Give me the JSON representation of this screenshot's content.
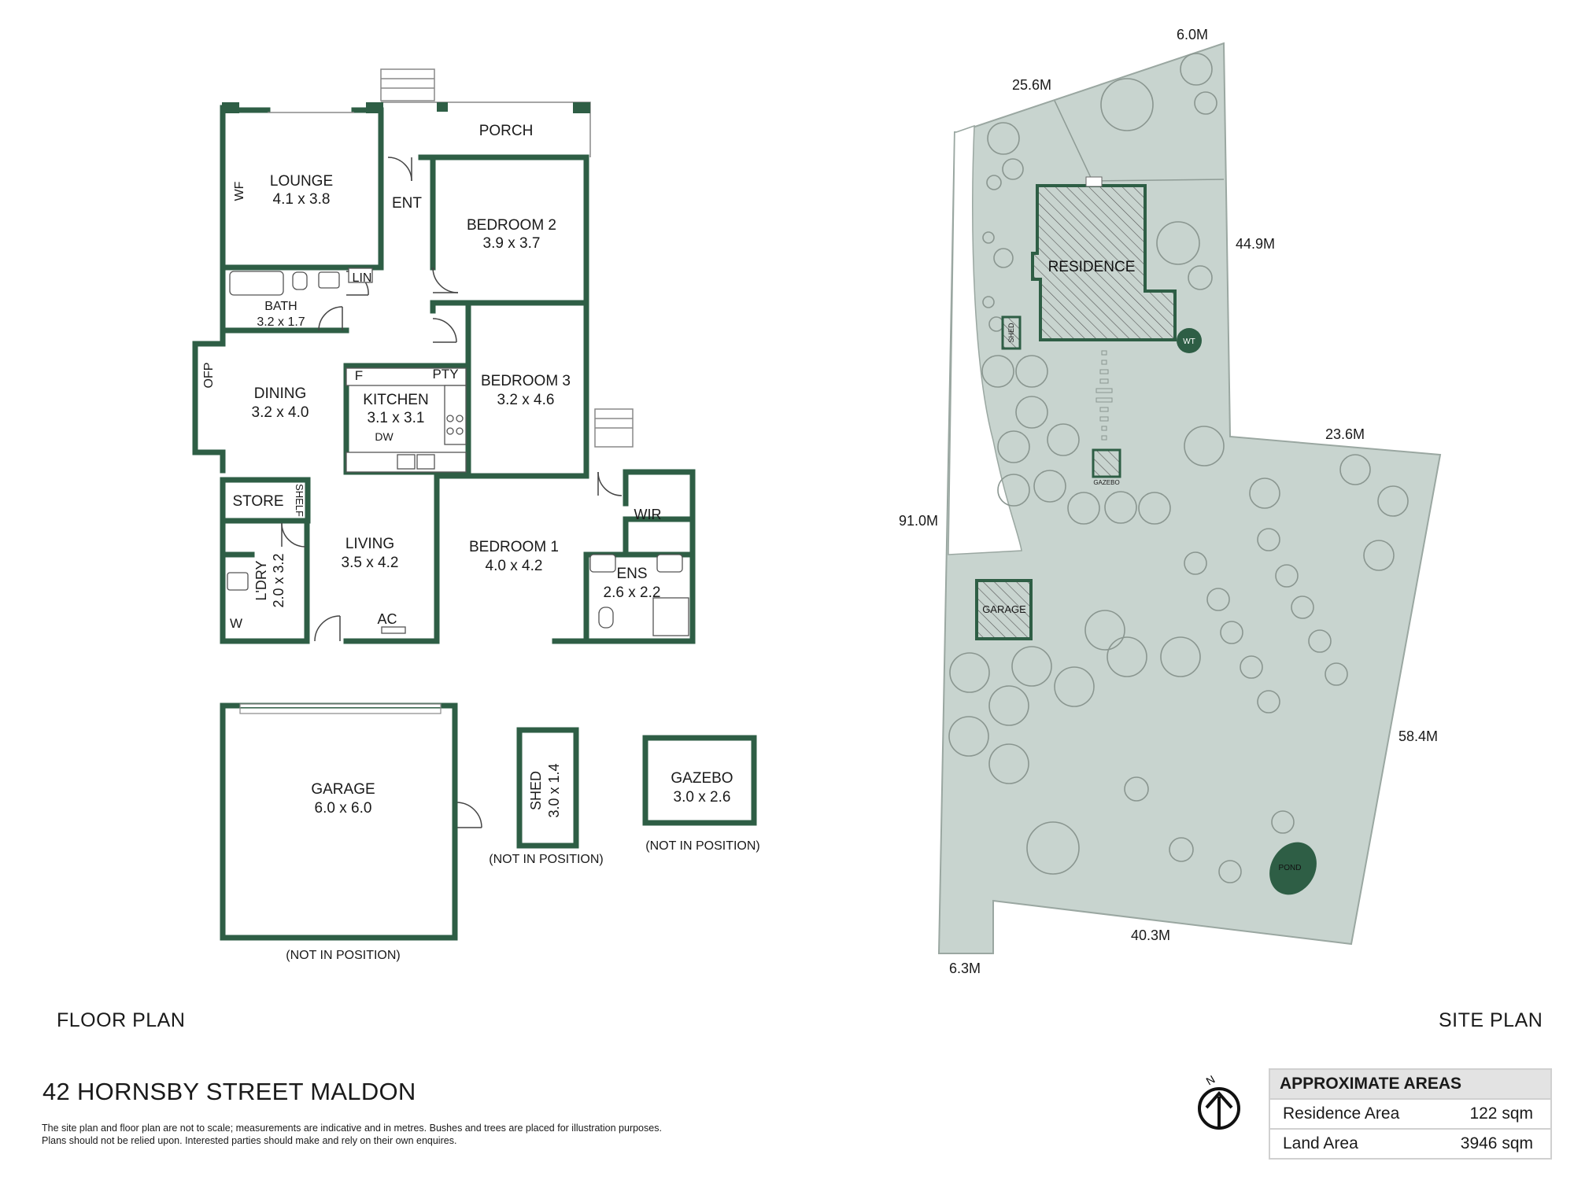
{
  "floor_plan": {
    "caption": "FLOOR PLAN",
    "porch": "PORCH",
    "entry": "ENT",
    "linen": "LIN",
    "wood_fire": "WF",
    "open_fireplace": "OFP",
    "fridge": "F",
    "pantry": "PTY",
    "dishwasher": "DW",
    "air_conditioner": "AC",
    "shelf": "SHELF",
    "washer": "W",
    "walk_in_robe": "WIR",
    "rooms": [
      {
        "name": "LOUNGE",
        "size": "4.1 x 3.8"
      },
      {
        "name": "BEDROOM 2",
        "size": "3.9 x 3.7"
      },
      {
        "name": "BATH",
        "size": "3.2 x 1.7"
      },
      {
        "name": "DINING",
        "size": "3.2 x 4.0"
      },
      {
        "name": "KITCHEN",
        "size": "3.1 x 3.1"
      },
      {
        "name": "BEDROOM 3",
        "size": "3.2 x 4.6"
      },
      {
        "name": "STORE",
        "size": ""
      },
      {
        "name": "LIVING",
        "size": "3.5 x 4.2"
      },
      {
        "name": "BEDROOM 1",
        "size": "4.0 x 4.2"
      },
      {
        "name": "ENS",
        "size": "2.6 x 2.2"
      },
      {
        "name": "L'DRY",
        "size": "2.0 x 3.2"
      }
    ],
    "outbuildings": [
      {
        "name": "GARAGE",
        "size": "6.0 x 6.0",
        "note": "(NOT IN POSITION)"
      },
      {
        "name": "SHED",
        "size": "3.0 x 1.4",
        "note": "(NOT IN POSITION)"
      },
      {
        "name": "GAZEBO",
        "size": "3.0 x 2.6",
        "note": "(NOT IN POSITION)"
      }
    ]
  },
  "site_plan": {
    "caption": "SITE PLAN",
    "labels": {
      "residence": "RESIDENCE",
      "shed": "SHED",
      "water_tank": "WT",
      "gazebo": "GAZEBO",
      "garage": "GARAGE",
      "pond": "POND"
    },
    "dimensions": [
      "6.0M",
      "25.6M",
      "44.9M",
      "23.6M",
      "91.0M",
      "58.4M",
      "40.3M",
      "6.3M"
    ]
  },
  "address": "42 HORNSBY STREET MALDON",
  "disclaimer": [
    "The site plan and floor plan are not to scale; measurements are indicative and in metres. Bushes and trees are placed for illustration purposes.",
    "Plans should not be relied upon. Interested parties should make and rely on their own enquires."
  ],
  "compass_letter": "N",
  "areas": {
    "title": "APPROXIMATE AREAS",
    "rows": [
      {
        "label": "Residence Area",
        "value": "122 sqm"
      },
      {
        "label": "Land Area",
        "value": "3946 sqm"
      }
    ]
  },
  "colors": {
    "wall": "#2e5e45",
    "lot_fill": "#c8d4cf",
    "lot_outline": "#9aa7a1",
    "pond": "#2e5e45",
    "hatch": "#555555"
  }
}
